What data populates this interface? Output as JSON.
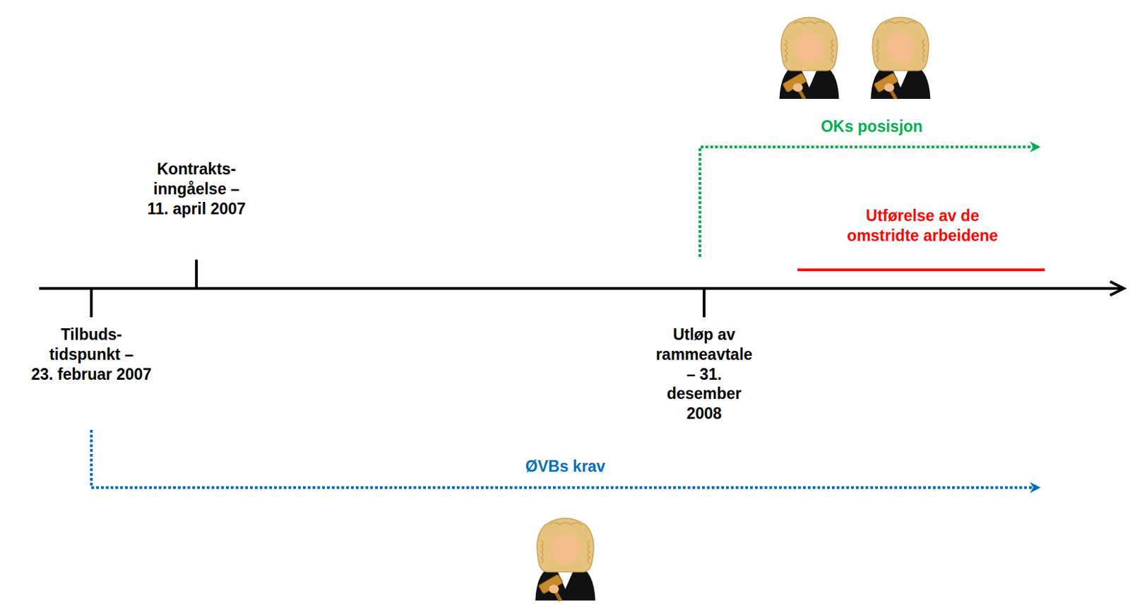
{
  "diagram": {
    "labels": [
      "Kontrakts- inngåelse – 11. april 2007",
      "Tilbuds- tidspunkt – 23. februar 2007",
      "Utløp av rammeavtale – 31. desember 2008",
      "OKs posisjon",
      "Utførelse av de omstridte arbeidene",
      "ØVBs krav"
    ]
  }
}
